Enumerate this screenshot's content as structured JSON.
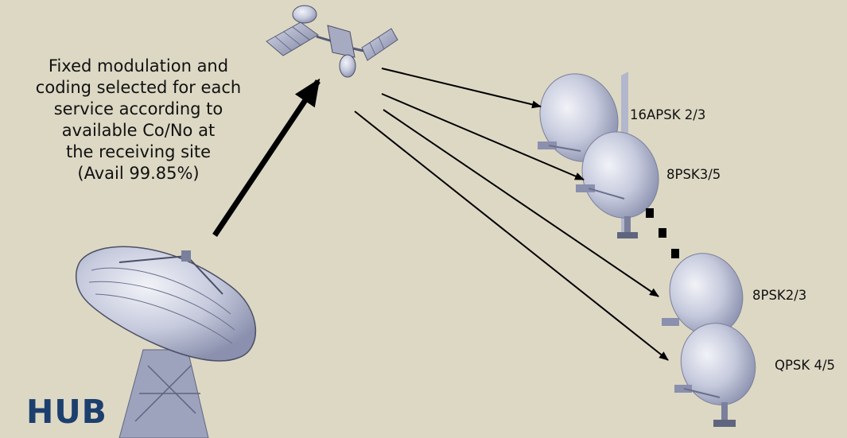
{
  "caption_lines": [
    "Fixed modulation and",
    "coding selected for each",
    "service according to",
    "available Co/No at",
    "the receiving site",
    "(Avail 99.85%)"
  ],
  "hub_label": "HUB",
  "receivers": [
    {
      "label": "16APSK 2/3"
    },
    {
      "label": "8PSK3/5"
    },
    {
      "label": "8PSK2/3"
    },
    {
      "label": "QPSK 4/5"
    }
  ],
  "colors": {
    "background": "#ddd8c4",
    "hub_text": "#1c3f6e",
    "dish": "#c9cde0",
    "arrow": "#000000"
  }
}
